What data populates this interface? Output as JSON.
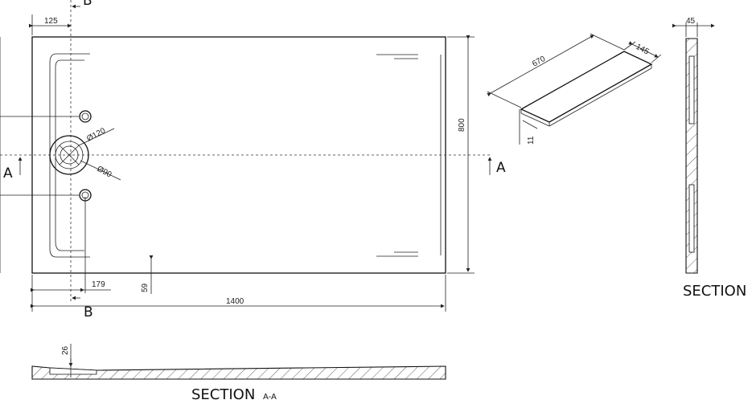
{
  "dimensions": {
    "offset_125": "125",
    "total_length": "1400",
    "width_800": "800",
    "offset_179": "179",
    "offset_59": "59",
    "drain_diameter_outer": "Ø120",
    "drain_diameter_inner": "Ø90",
    "panel_length": "670",
    "panel_width": "145",
    "panel_thickness": "11",
    "section_width_45": "45",
    "section_height_26": "26"
  },
  "section_markers": {
    "a_left": "A",
    "a_right": "A",
    "b_top": "B",
    "b_bottom": "B"
  },
  "labels": {
    "section_side": "SECTION",
    "section_aa_main": "SECTION",
    "section_aa_sub": "A-A"
  }
}
